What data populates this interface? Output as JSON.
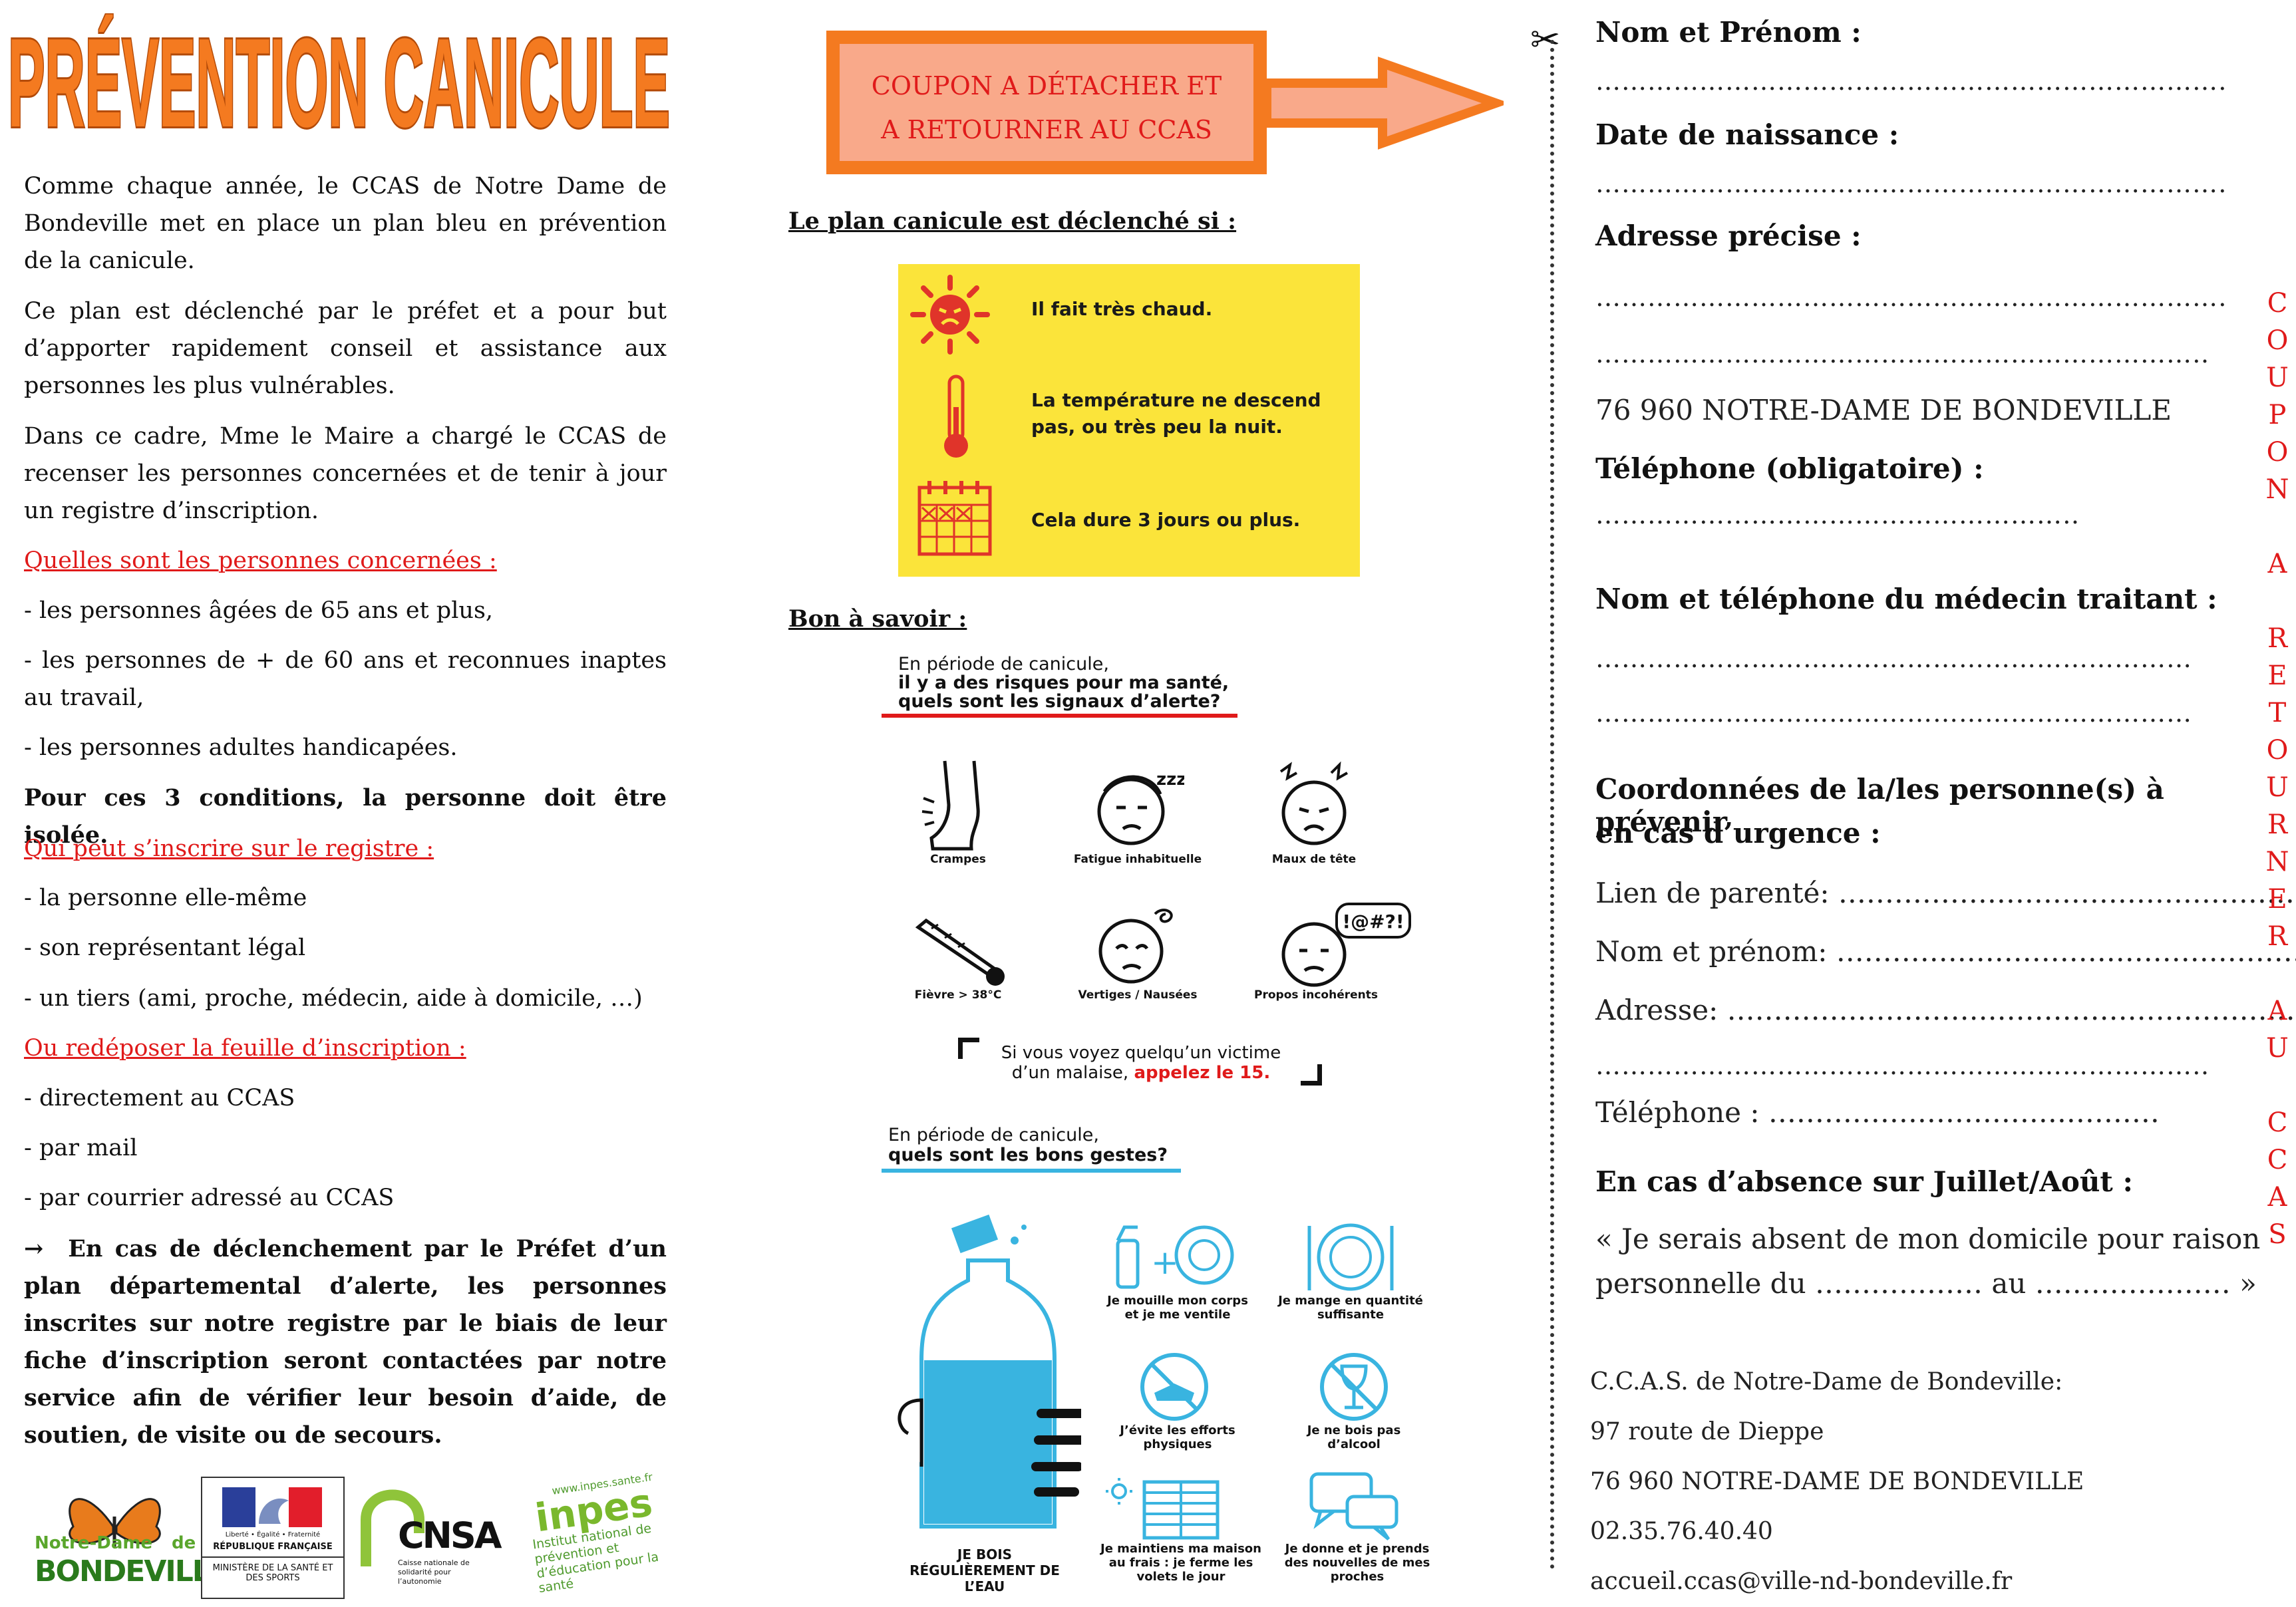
{
  "left": {
    "title": "PRÉVENTION CANICULE",
    "p1": "Comme chaque année, le CCAS de Notre Dame de Bondeville met en place un plan bleu en prévention de la canicule.",
    "p2": "Ce plan est déclenché par le préfet et a pour but d’apporter rapidement conseil et assistance aux personnes les plus vulnérables.",
    "p3": "Dans ce cadre, Mme le Maire a chargé le CCAS de recenser les personnes concernées et de tenir à jour un registre d’inscription.",
    "h_concerned": "Quelles sont les personnes concernées :",
    "concerned": [
      "- les personnes âgées de 65 ans et plus,",
      "- les personnes de + de 60 ans et reconnues inaptes au travail,",
      "- les personnes adultes handicapées."
    ],
    "isolated": "Pour ces 3 conditions, la personne doit être isolée.",
    "h_who": "Qui peut s’inscrire sur le registre :",
    "who": [
      "- la personne elle-même",
      "- son représentant légal",
      "- un tiers (ami, proche, médecin, aide à domicile, …)"
    ],
    "h_where": "Ou redéposer la feuille d’inscription :",
    "where": [
      "- directement au CCAS",
      "- par mail",
      "- par courrier adressé au CCAS"
    ],
    "final_arrow": "→",
    "final": "En cas de déclenchement par le Préfet d’un plan départemental d’alerte, les personnes inscrites sur notre registre par le biais de leur fiche d’inscription seront contactées par notre service afin de vérifier leur besoin d’aide, de soutien, de visite ou de secours.",
    "logos": {
      "nd_top": "Notre-Dame",
      "nd_de": "de",
      "nd_bottom": "BONDEVILLE",
      "rf_motto": "Liberté • Égalité • Fraternité",
      "rf_name": "RÉPUBLIQUE FRANÇAISE",
      "rf_ministry": "MINISTÈRE DE LA SANTÉ ET DES SPORTS",
      "cnsa": "CNSA",
      "cnsa_sub": "Caisse nationale de solidarité pour l’autonomie",
      "inpes_url": "www.inpes.sante.fr",
      "inpes": "inpes",
      "inpes_sub": "Institut national de prévention et d’éducation pour la santé"
    }
  },
  "middle": {
    "coupon_line1": "COUPON A DÉTACHER ET",
    "coupon_line2": "A RETOURNER AU CCAS",
    "plan_heading": "Le plan canicule est déclenché si :",
    "conditions": [
      "Il fait très chaud.",
      "La température ne descend pas, ou très peu la nuit.",
      "Cela dure 3 jours ou plus."
    ],
    "bon_heading": "Bon à savoir :",
    "risk_line1": "En période de canicule,",
    "risk_line2": "il y a des risques pour ma santé,",
    "risk_line3": "quels sont les signaux d’alerte?",
    "zzz": "zzz",
    "symbol_talk": "!@#?!",
    "symptoms": [
      "Crampes",
      "Fatigue inhabituelle",
      "Maux de tête",
      "Fièvre > 38°C",
      "Vertiges / Nausées",
      "Propos incohérents"
    ],
    "victim_line1": "Si vous voyez quelqu’un victime",
    "victim_line2_a": "d’un malaise,",
    "victim_line2_b": "appelez le 15.",
    "gestures_line1": "En période de canicule,",
    "gestures_line2": "quels sont les bons gestes?",
    "bottle_label": "JE BOIS RÉGULIÈREMENT DE L’EAU",
    "gestures": [
      "Je mouille mon corps et je me ventile",
      "Je mange en quantité suffisante",
      "J’évite les efforts physiques",
      "Je ne bois pas d’alcool",
      "Je maintiens ma maison au frais : je ferme les volets le jour",
      "Je donne et je prends des nouvelles de mes proches"
    ]
  },
  "form": {
    "name_label": "Nom et Prénom :",
    "dob_label": "Date de naissance :",
    "address_label": "Adresse précise :",
    "city": "76 960 NOTRE-DAME DE BONDEVILLE",
    "phone_label": "Téléphone (obligatoire) :",
    "doctor_label": "Nom et téléphone du médecin traitant :",
    "contact_label_1": "Coordonnées de la/les personne(s) à prévenir",
    "contact_label_2": "en cas d’urgence :",
    "relation": "Lien de parenté: ……………………………………………",
    "contact_name": "Nom et prénom: ……………………………………………",
    "contact_address": "Adresse: ………………………………………………………",
    "contact_phone": "Téléphone : ……………………………………",
    "absence_label": "En cas d’absence sur Juillet/Août :",
    "absence_1": "« Je serais absent de mon domicile pour raison",
    "absence_2": "personnelle du ……………… au ………………… »",
    "ccas_name": "C.C.A.S. de Notre-Dame de Bondeville:",
    "ccas_street": "97 route de Dieppe",
    "ccas_city": "76 960 NOTRE-DAME DE BONDEVILLE",
    "ccas_phone": "02.35.76.40.40",
    "ccas_email": "accueil.ccas@ville-nd-bondeville.fr",
    "dots": "……………………………………………………………………………………………",
    "scissors": "✂",
    "vertical": [
      "C",
      "O",
      "U",
      "P",
      "O",
      "N",
      "",
      "A",
      "",
      "R",
      "E",
      "T",
      "O",
      "U",
      "R",
      "N",
      "E",
      "R",
      "",
      "A",
      "U",
      "",
      "C",
      "C",
      "A",
      "S"
    ]
  },
  "colors": {
    "orange": "#f47a20",
    "red": "#e01a1a",
    "yellow": "#fbe43a",
    "water": "#39b4e0"
  }
}
